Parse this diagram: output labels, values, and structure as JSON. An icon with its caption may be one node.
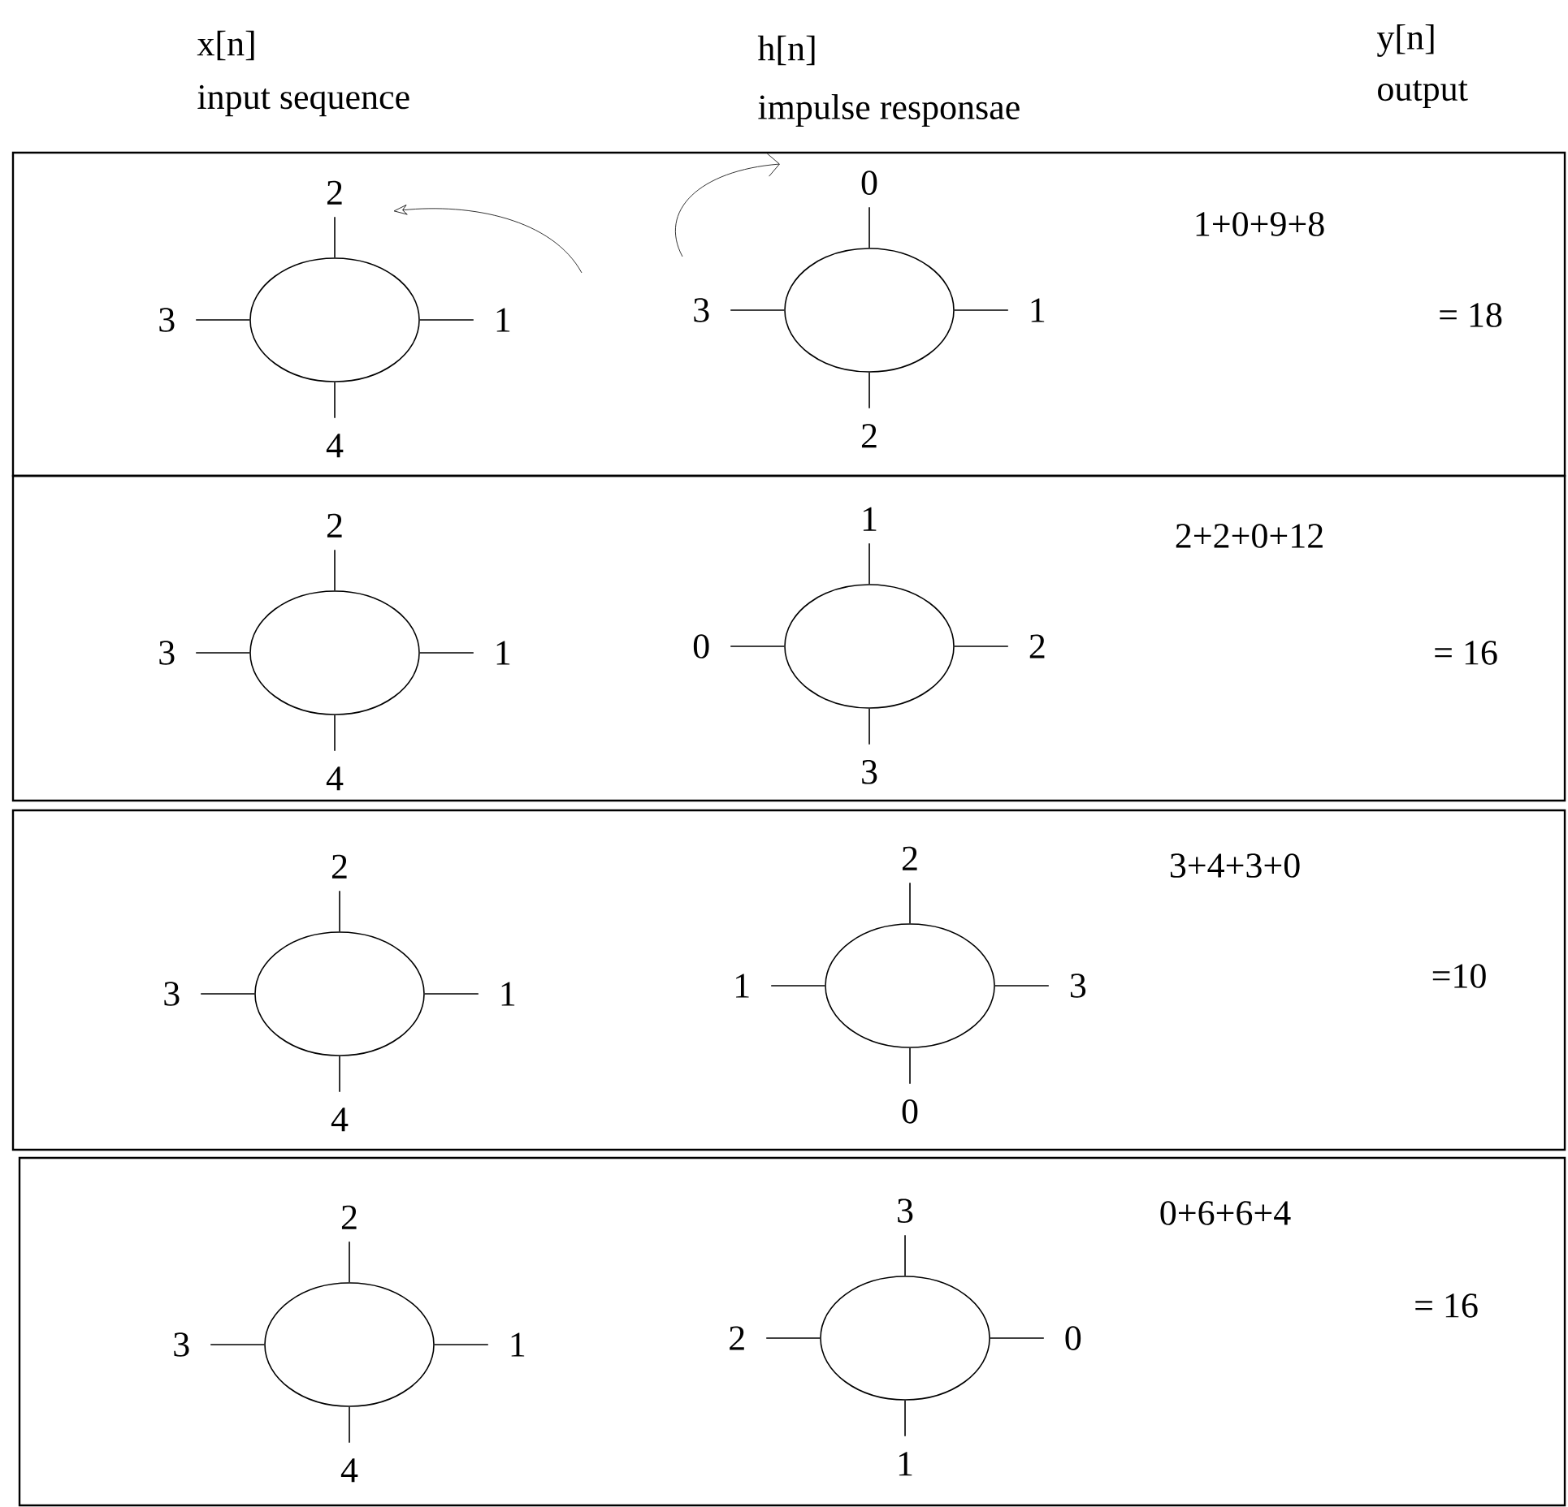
{
  "diagram": {
    "nodes": [
      {
        "text": [
          "1+0+9+8",
          "= 18"
        ]
      },
      {
        "text": [],
        "shape": "circle",
        "in": 0,
        "beside": [
          "2",
          "1",
          "4",
          "3"
        ]
      },
      {
        "text": [],
        "shape": "circle",
        "in": 0,
        "beside": [
          "0",
          "1",
          "2",
          "3"
        ]
      },
      {
        "text": [
          "2+2+0+12",
          "= 16"
        ]
      },
      {
        "text": [],
        "shape": "circle",
        "in": 3,
        "beside": [
          "2",
          "1",
          "4",
          "3"
        ]
      },
      {
        "text": [],
        "shape": "circle",
        "in": 3,
        "beside": [
          "1",
          "2",
          "3",
          "0"
        ]
      },
      {
        "text": [
          "3+4+3+0",
          "=10"
        ]
      },
      {
        "text": [],
        "shape": "circle",
        "in": 6,
        "beside": [
          "2",
          "1",
          "4",
          "3"
        ]
      },
      {
        "text": [],
        "shape": "circle",
        "in": 6,
        "beside": [
          "2",
          "3",
          "0",
          "1"
        ]
      },
      {
        "text": [
          "0+6+6+4",
          "= 16"
        ]
      },
      {
        "text": [],
        "shape": "circle",
        "in": 9,
        "beside": [
          "2",
          "1",
          "4",
          "3"
        ]
      },
      {
        "text": [],
        "shape": "circle",
        "in": 9,
        "beside": [
          "3",
          "0",
          "1",
          "2"
        ]
      }
    ],
    "labels": [
      "x[n]",
      "input sequence",
      "h[n]",
      "impulse responsae",
      "y[n]",
      "output"
    ]
  }
}
